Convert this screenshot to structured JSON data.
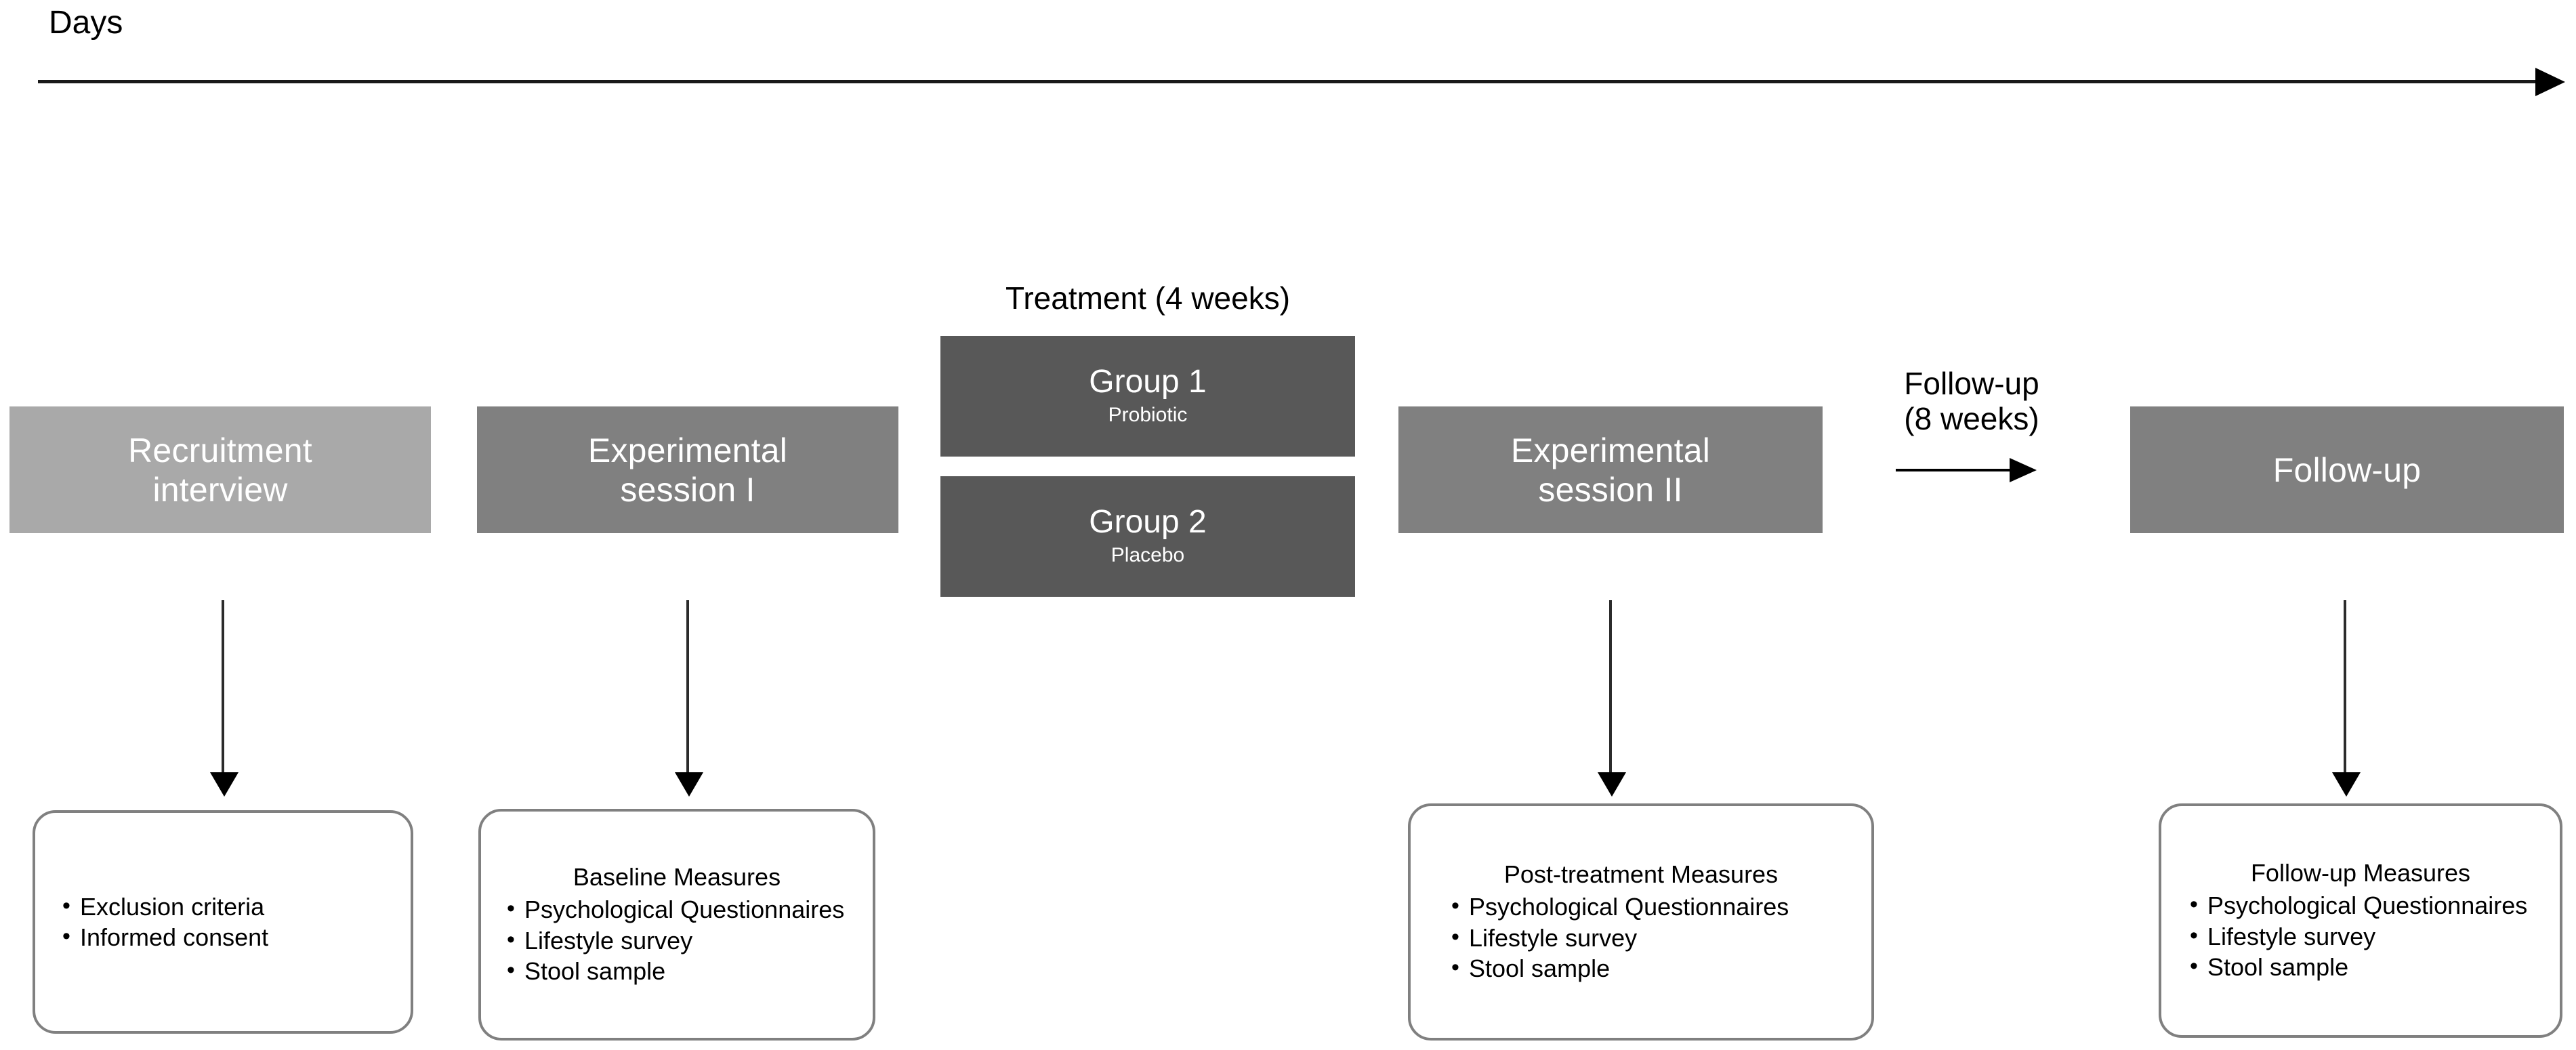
{
  "timeline": {
    "label": "Days",
    "arrow_icon": "right-arrow-icon"
  },
  "stages": [
    {
      "id": "recruitment",
      "line1": "Recruitment",
      "line2": "interview",
      "color": "#a9a9a9"
    },
    {
      "id": "session-1",
      "line1": "Experimental",
      "line2": "session I",
      "color": "#808080"
    },
    {
      "id": "session-2",
      "line1": "Experimental",
      "line2": "session II",
      "color": "#808080"
    },
    {
      "id": "followup",
      "line1": "Follow-up",
      "line2": "",
      "color": "#808080"
    }
  ],
  "treatment": {
    "label": "Treatment (4 weeks)",
    "color": "#585858",
    "groups": [
      {
        "title": "Group 1",
        "subtitle": "Probiotic"
      },
      {
        "title": "Group 2",
        "subtitle": "Placebo"
      }
    ]
  },
  "followup_interval": {
    "line1": "Follow-up",
    "line2": "(8 weeks)",
    "arrow_icon": "right-arrow-icon"
  },
  "cards": {
    "screening": {
      "title": "",
      "bullets": [
        "Exclusion criteria",
        "Informed consent"
      ]
    },
    "baseline": {
      "title": "Baseline Measures",
      "bullets": [
        "Psychological Questionnaires",
        "Lifestyle survey",
        "Stool sample"
      ]
    },
    "post_treatment": {
      "title": "Post-treatment Measures",
      "bullets": [
        "Psychological Questionnaires",
        "Lifestyle survey",
        "Stool sample"
      ]
    },
    "follow_up": {
      "title": "Follow-up Measures",
      "bullets": [
        "Psychological Questionnaires",
        "Lifestyle survey",
        "Stool sample"
      ]
    }
  },
  "bullet_glyph": "•",
  "colors": {
    "light_gray": "#a9a9a9",
    "mid_gray": "#808080",
    "dark_gray": "#585858",
    "outline_gray": "#808080",
    "text_dark": "#000000",
    "text_light": "#ffffff"
  }
}
